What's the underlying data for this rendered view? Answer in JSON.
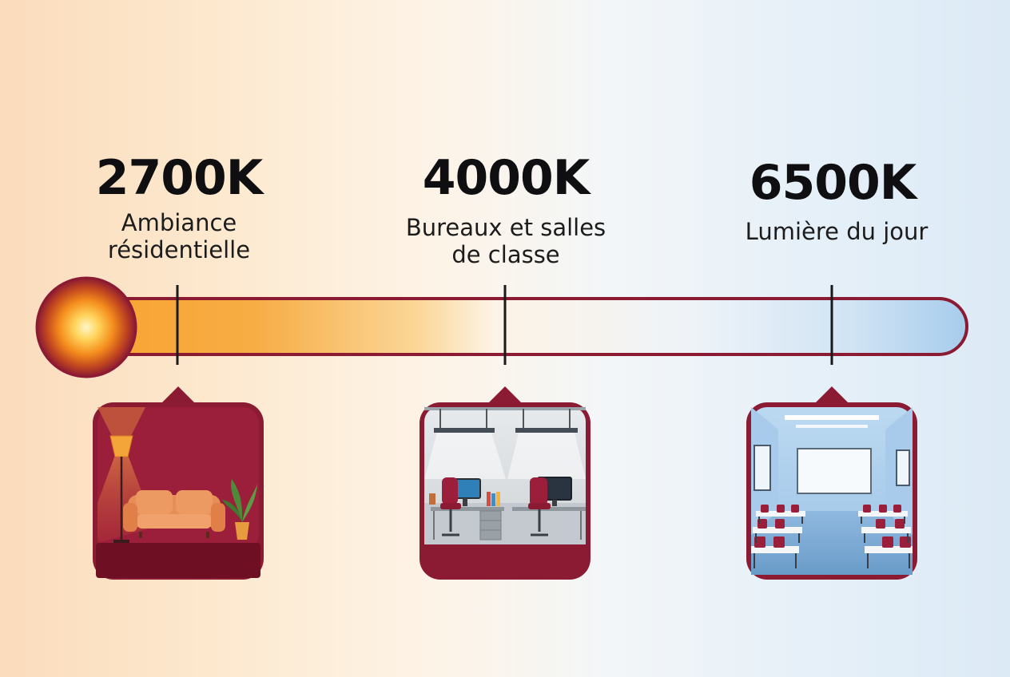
{
  "scale": {
    "colors": {
      "warm": "#f6a533",
      "neutral": "#fdf6ee",
      "cool": "#a9d0ee",
      "frame": "#8b1a33"
    },
    "points": [
      {
        "kelvin": "2700K",
        "caption_lines": [
          "Ambiance",
          "résidentielle"
        ],
        "scene_icon": "living-room-icon"
      },
      {
        "kelvin": "4000K",
        "caption_lines": [
          "Bureaux et salles",
          "de  classe"
        ],
        "scene_icon": "office-icon"
      },
      {
        "kelvin": "6500K",
        "caption_lines": [
          "Lumière du jour"
        ],
        "scene_icon": "classroom-icon"
      }
    ]
  }
}
